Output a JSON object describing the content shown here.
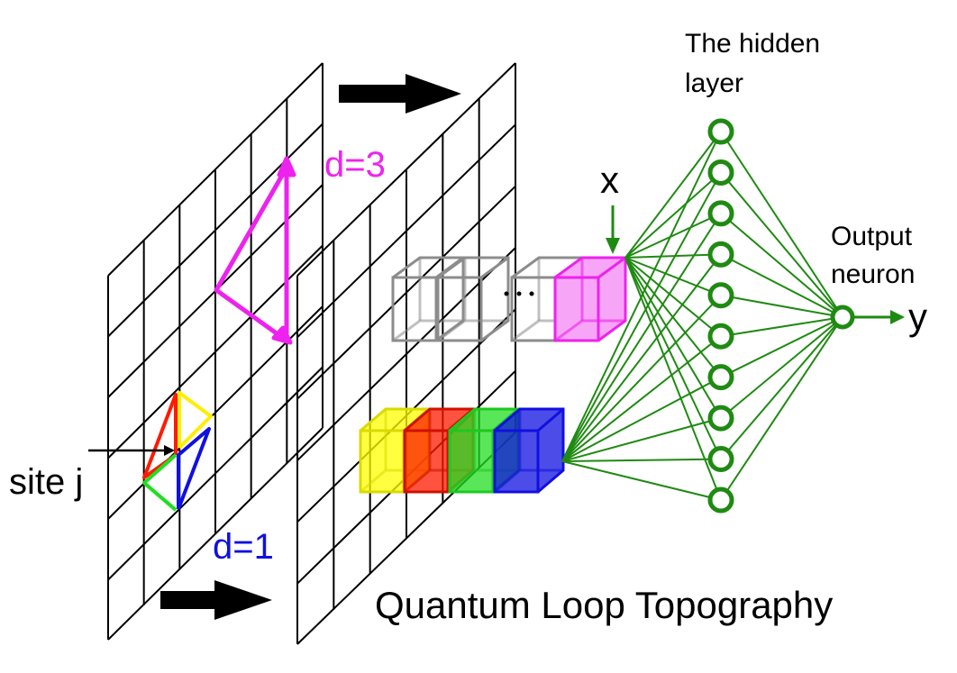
{
  "labels": {
    "hidden_layer_line1": "The hidden",
    "hidden_layer_line2": "layer",
    "d3": "d=3",
    "d1": "d=1",
    "x": "x",
    "output_line1": "Output",
    "output_line2": "neuron",
    "y": "y",
    "site_j": "site j",
    "caption": "Quantum Loop Topography"
  },
  "colors": {
    "network": "#1f8a12",
    "magenta": "#ee22ee",
    "yellow": "#ffff00",
    "red": "#ff1a00",
    "green": "#22dd22",
    "blue": "#1010e0",
    "gray_cube": "#8c8c8c",
    "grid": "#000000"
  },
  "network": {
    "hidden_neuron_count": 10,
    "output_neuron_count": 1
  }
}
